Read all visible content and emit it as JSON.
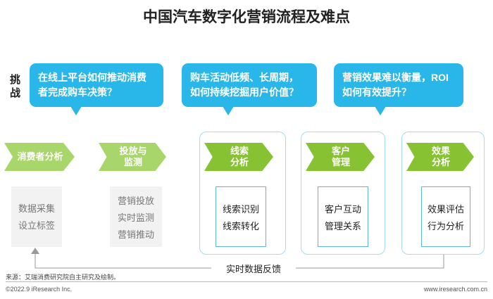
{
  "title": "中国汽车数字化营销流程及难点",
  "challenge_label": "挑战",
  "challenges": [
    "在线上平台如何推动消费\n者完成购车决策？",
    "购车活动低频、长周期，\n如何持续挖掘用户价值？",
    "营销效果难以衡量，ROI\n如何有效提升？"
  ],
  "stages": [
    {
      "label": "消费者分析",
      "details": [
        "数据采集",
        "设立标签"
      ]
    },
    {
      "label": "投放与\n监测",
      "details": [
        "营销投放",
        "实时监测",
        "营销推动"
      ]
    },
    {
      "label": "线索\n分析",
      "details": [
        "线索识别",
        "线索转化"
      ]
    },
    {
      "label": "客户\n管理",
      "details": [
        "客户互动",
        "管理关系"
      ]
    },
    {
      "label": "效果\n分析",
      "details": [
        "效果评估",
        "行为分析"
      ]
    }
  ],
  "feedback_label": "实时数据反馈",
  "source": "来源：艾瑞消费研究院自主研究及绘制。",
  "copyright": "©2022.9 iResearch Inc.",
  "website": "www.iresearch.com.cn",
  "colors": {
    "bubble": "#29b6e8",
    "chevron_light": "#a9d66a",
    "chevron_dark": "#86c232",
    "box_border": "#a6dcef"
  }
}
